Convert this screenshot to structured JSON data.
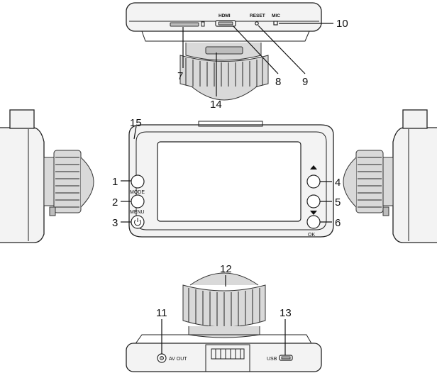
{
  "callouts": {
    "c1": "1",
    "c2": "2",
    "c3": "3",
    "c4": "4",
    "c5": "5",
    "c6": "6",
    "c7": "7",
    "c8": "8",
    "c9": "9",
    "c10": "10",
    "c11": "11",
    "c12": "12",
    "c13": "13",
    "c14": "14",
    "c15": "15"
  },
  "labels": {
    "hdmi": "HDMI",
    "reset": "RESET",
    "mic": "MIC",
    "mode": "MODE",
    "menu": "MENU",
    "ok": "OK",
    "av_out": "AV OUT",
    "usb": "USB"
  },
  "icons": {
    "power": "power-icon",
    "up": "up-arrow-icon",
    "down": "down-arrow-icon",
    "sd": "sd-card-icon"
  }
}
